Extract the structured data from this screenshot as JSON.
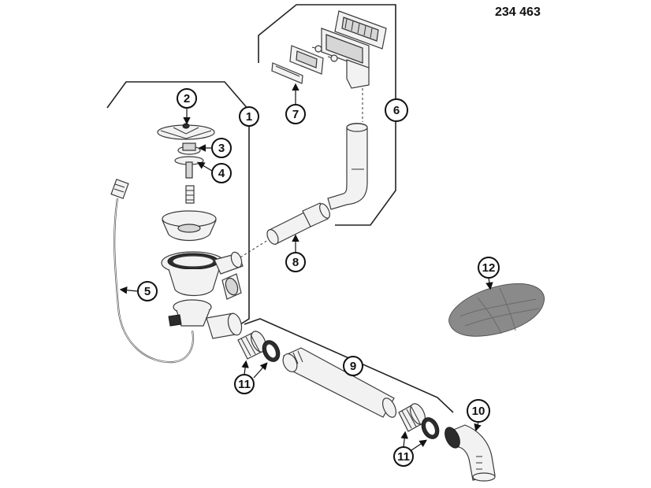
{
  "document_code": "234 463",
  "callouts": [
    "1",
    "2",
    "3",
    "4",
    "5",
    "6",
    "7",
    "8",
    "9",
    "10",
    "11",
    "11",
    "12"
  ]
}
